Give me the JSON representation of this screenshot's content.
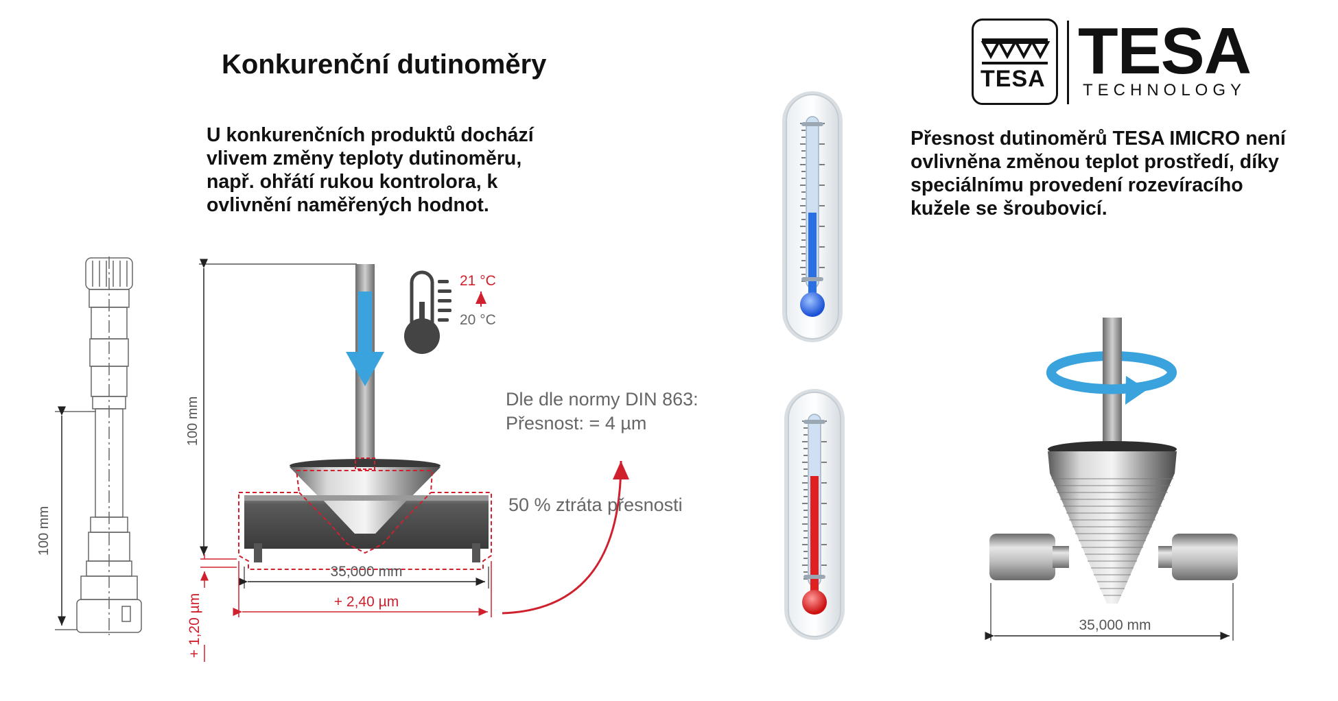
{
  "title": "Konkurenční dutinoměry",
  "competitor_text": [
    "U konkurenčních produktů dochází",
    "vlivem změny teploty dutinoměru,",
    "např. ohřátí rukou kontrolora, k",
    "ovlivnění naměřených hodnot."
  ],
  "tesa_text": [
    "Přesnost  dutinoměrů TESA IMICRO není",
    "ovlivněna změnou teplot prostředí, díky",
    "speciálnímu provedení rozevíracího",
    "kužele se šroubovicí."
  ],
  "logo": {
    "mark_text": "TESA",
    "word": "TESA",
    "tagline": "TECHNOLOGY"
  },
  "drawing_left": {
    "depth_label": "100 mm"
  },
  "diagram_competitor": {
    "depth_label": "100 mm",
    "temp_high": "21 °C",
    "temp_low": "20 °C",
    "norm_line1": "Dle dle normy DIN 863:",
    "norm_line2": "Přesnost: = 4 µm",
    "loss_label": "50 % ztráta přesnosti",
    "width_label": "35,000 mm",
    "width_change_label": "+ 2,40 µm",
    "depth_change_label": "+ 1,20 µm"
  },
  "diagram_tesa": {
    "width_label": "35,000 mm"
  },
  "colors": {
    "accent_red": "#d0202e",
    "arrow_blue": "#3aa2dc",
    "text_gray": "#666666",
    "cold_blue": "#2b6fe0",
    "hot_red": "#e02020"
  }
}
